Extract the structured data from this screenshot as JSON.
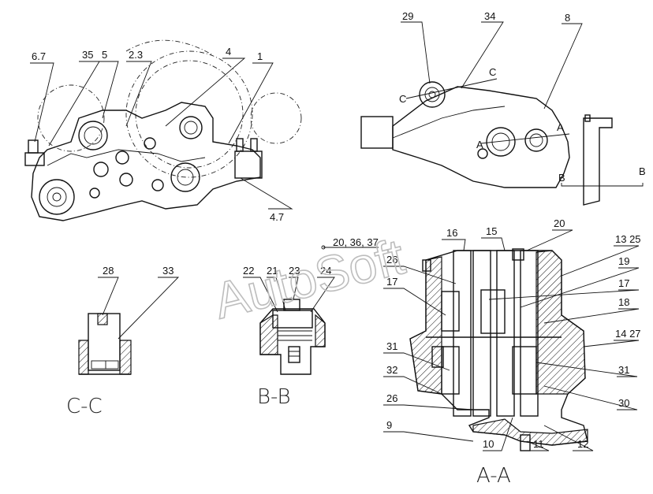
{
  "watermark": "AutoSoft",
  "top_left_view": {
    "labels": [
      "6.7",
      "35",
      "5",
      "2.3",
      "4",
      "1",
      "4.7"
    ]
  },
  "top_right_view": {
    "labels": [
      "29",
      "34",
      "8"
    ],
    "section_marks": [
      "C",
      "C",
      "A",
      "A",
      "B",
      "B"
    ]
  },
  "section_cc": {
    "title": "C-C",
    "labels": [
      "28",
      "33"
    ]
  },
  "section_bb": {
    "title": "B-B",
    "labels": [
      "20, 36, 37",
      "22",
      "21",
      "23",
      "24"
    ]
  },
  "section_aa": {
    "title": "A-A",
    "labels": [
      "16",
      "15",
      "20",
      "13 25",
      "26",
      "19",
      "17",
      "17",
      "18",
      "14 27",
      "31",
      "31",
      "32",
      "26",
      "30",
      "9",
      "10",
      "11",
      "12"
    ]
  },
  "colors": {
    "line": "#111111",
    "watermark": "#bdbdbd",
    "background": "#ffffff"
  }
}
